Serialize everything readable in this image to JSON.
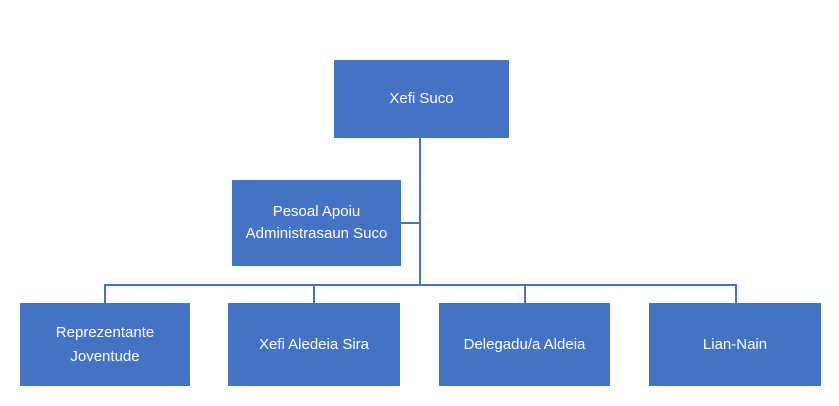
{
  "org_chart": {
    "root": {
      "label": "Xefi Suco"
    },
    "assistant": {
      "label": "Pesoal Apoiu Administrasaun Suco"
    },
    "children": [
      {
        "label": "Reprezentante Joventude"
      },
      {
        "label": "Xefi Aledeia Sira"
      },
      {
        "label": "Delegadu/a Aldeia"
      },
      {
        "label": "Lian-Nain"
      }
    ],
    "colors": {
      "node_fill": "#4472C4",
      "node_text": "#FFFFFF",
      "connector": "#4472C4",
      "background": "#FFFFFF"
    }
  }
}
